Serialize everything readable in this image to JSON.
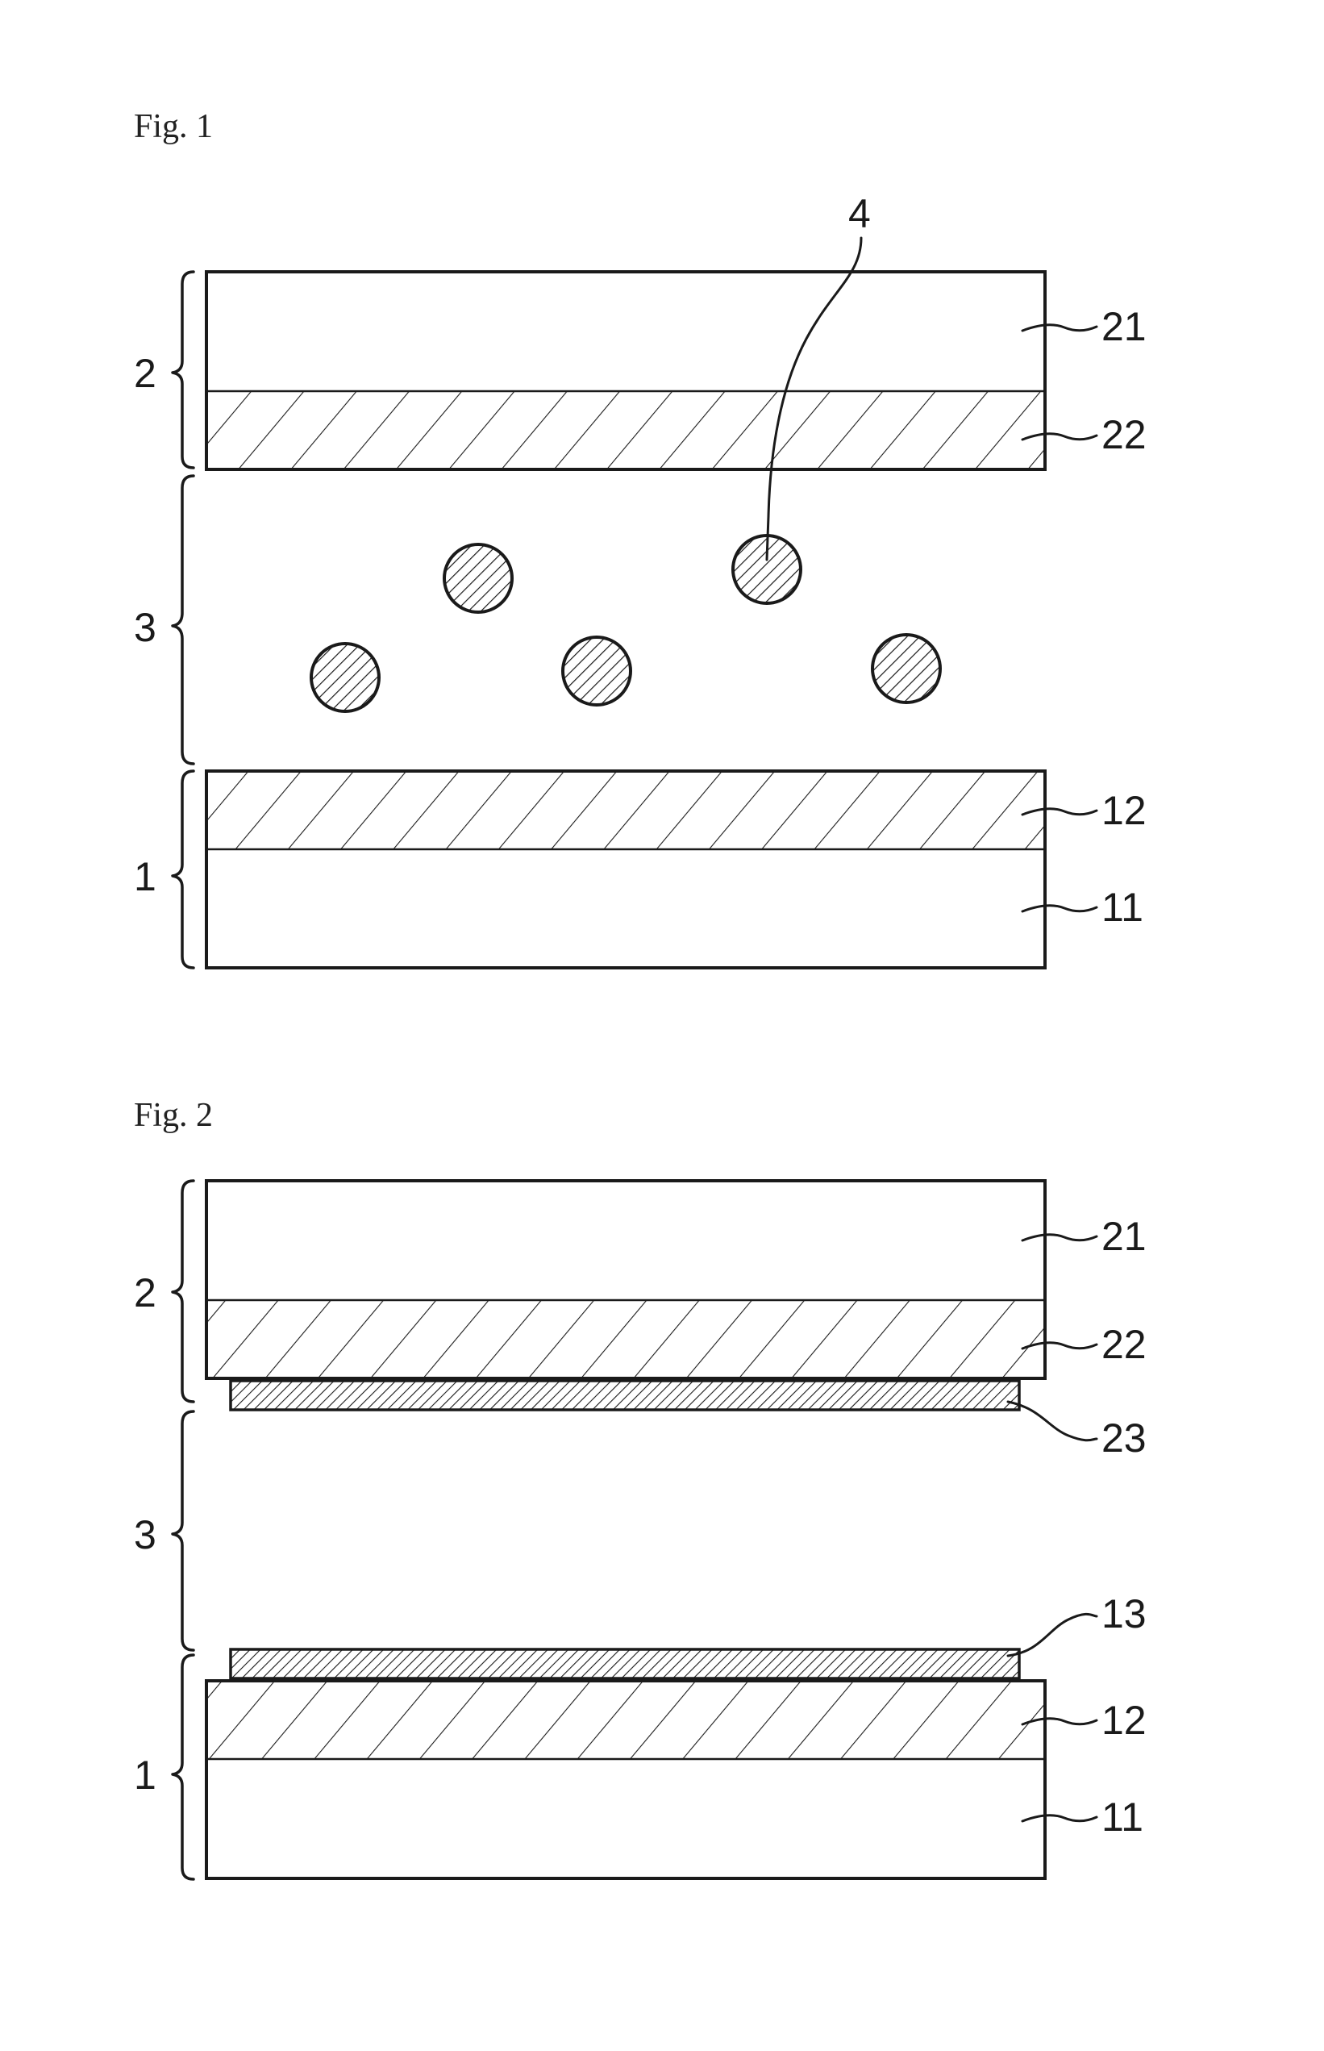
{
  "fig1": {
    "title": "Fig. 1",
    "labels": {
      "particle": "4",
      "upper_base": "21",
      "upper_layer": "22",
      "lower_layer": "12",
      "lower_base": "11",
      "group_upper": "2",
      "group_gap": "3",
      "group_lower": "1"
    }
  },
  "fig2": {
    "title": "Fig. 2",
    "labels": {
      "upper_base": "21",
      "upper_layer": "22",
      "upper_film": "23",
      "lower_film": "13",
      "lower_layer": "12",
      "lower_base": "11",
      "group_upper": "2",
      "group_gap": "3",
      "group_lower": "1"
    }
  }
}
